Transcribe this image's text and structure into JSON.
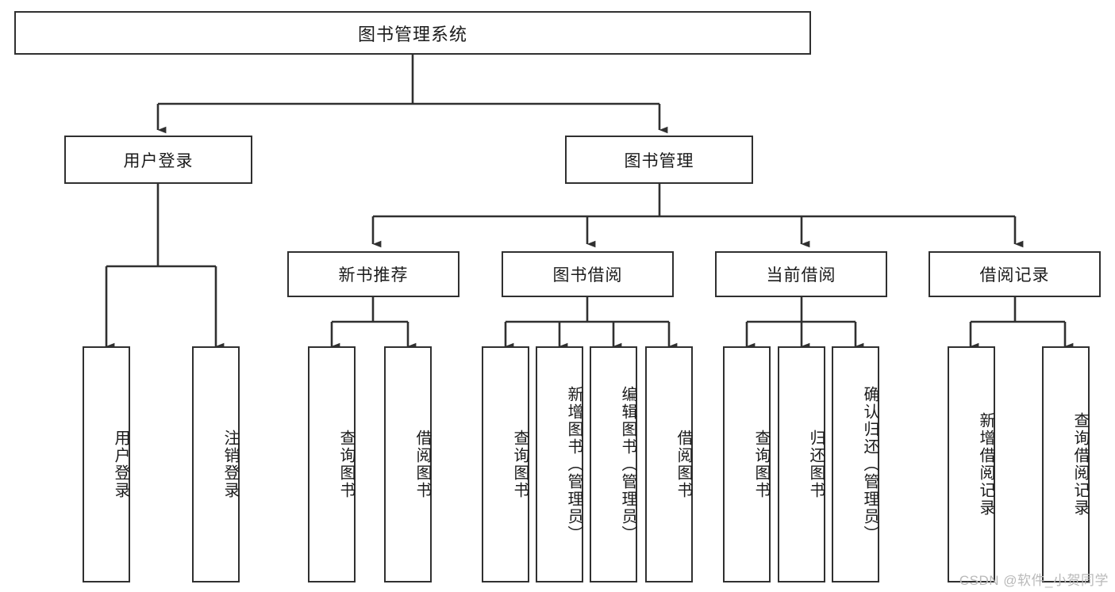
{
  "diagram": {
    "type": "tree-hierarchy",
    "title": "图书管理系统",
    "line_color": "#303030",
    "box_fill": "#ffffff",
    "levels": 4,
    "root": {
      "id": "root",
      "label": "图书管理系统",
      "orientation": "horizontal"
    },
    "level2": [
      {
        "id": "user-login",
        "label": "用户登录",
        "orientation": "horizontal"
      },
      {
        "id": "book-manage",
        "label": "图书管理",
        "orientation": "horizontal"
      }
    ],
    "level3": [
      {
        "id": "new-book-rec",
        "label": "新书推荐",
        "orientation": "horizontal",
        "parent": "book-manage"
      },
      {
        "id": "book-borrow",
        "label": "图书借阅",
        "orientation": "horizontal",
        "parent": "book-manage"
      },
      {
        "id": "current-borrow",
        "label": "当前借阅",
        "orientation": "horizontal",
        "parent": "book-manage"
      },
      {
        "id": "borrow-record",
        "label": "借阅记录",
        "orientation": "horizontal",
        "parent": "book-manage"
      }
    ],
    "leaves": [
      {
        "id": "leaf-user-login",
        "label": "用户登录",
        "parent": "user-login",
        "orientation": "vertical"
      },
      {
        "id": "leaf-logout",
        "label": "注销登录",
        "parent": "user-login",
        "orientation": "vertical"
      },
      {
        "id": "leaf-query-book-1",
        "label": "查询图书",
        "parent": "new-book-rec",
        "orientation": "vertical"
      },
      {
        "id": "leaf-borrow-book-1",
        "label": "借阅图书",
        "parent": "new-book-rec",
        "orientation": "vertical"
      },
      {
        "id": "leaf-query-book-2",
        "label": "查询图书",
        "parent": "book-borrow",
        "orientation": "vertical"
      },
      {
        "id": "leaf-add-book",
        "label": "新增图书（管理员）",
        "parent": "book-borrow",
        "orientation": "vertical"
      },
      {
        "id": "leaf-edit-book",
        "label": "编辑图书（管理员）",
        "parent": "book-borrow",
        "orientation": "vertical"
      },
      {
        "id": "leaf-borrow-book-2",
        "label": "借阅图书",
        "parent": "book-borrow",
        "orientation": "vertical"
      },
      {
        "id": "leaf-query-book-3",
        "label": "查询图书",
        "parent": "current-borrow",
        "orientation": "vertical"
      },
      {
        "id": "leaf-return-book",
        "label": "归还图书",
        "parent": "current-borrow",
        "orientation": "vertical"
      },
      {
        "id": "leaf-confirm-return",
        "label": "确认归还（管理员）",
        "parent": "current-borrow",
        "orientation": "vertical"
      },
      {
        "id": "leaf-add-record",
        "label": "新增借阅记录",
        "parent": "borrow-record",
        "orientation": "vertical"
      },
      {
        "id": "leaf-query-record",
        "label": "查询借阅记录",
        "parent": "borrow-record",
        "orientation": "vertical"
      }
    ]
  },
  "watermark": {
    "text": "CSDN @软件_小贺同学"
  }
}
